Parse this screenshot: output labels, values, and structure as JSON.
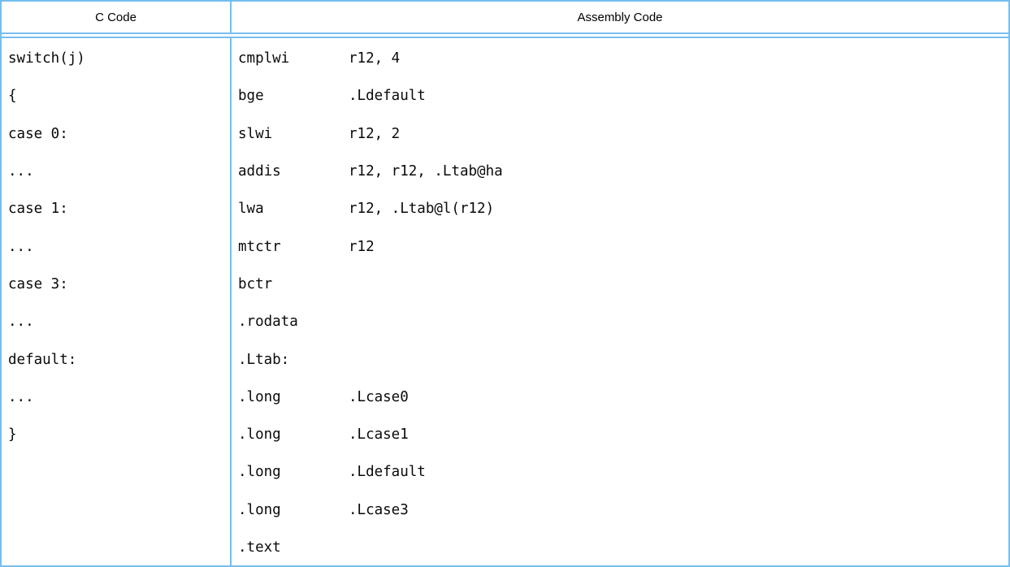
{
  "table": {
    "border_color": "#76bdf0",
    "headers": [
      {
        "label": "C Code"
      },
      {
        "label": "Assembly Code"
      }
    ],
    "c_code_lines": [
      "switch(j)",
      "{",
      "case 0:",
      "...",
      "case 1:",
      "...",
      "case 3:",
      "...",
      "default:",
      "...",
      "}"
    ],
    "asm_lines": [
      {
        "op": "cmplwi",
        "args": "r12, 4"
      },
      {
        "op": "bge",
        "args": ".Ldefault"
      },
      {
        "op": "slwi",
        "args": "r12, 2"
      },
      {
        "op": "addis",
        "args": "r12, r12, .Ltab@ha"
      },
      {
        "op": "lwa",
        "args": "r12, .Ltab@l(r12)"
      },
      {
        "op": "mtctr",
        "args": "r12"
      },
      {
        "op": "bctr",
        "args": ""
      },
      {
        "op": ".rodata",
        "args": ""
      },
      {
        "op": ".Ltab:",
        "args": ""
      },
      {
        "op": ".long",
        "args": ".Lcase0"
      },
      {
        "op": ".long",
        "args": ".Lcase1"
      },
      {
        "op": ".long",
        "args": ".Ldefault"
      },
      {
        "op": ".long",
        "args": ".Lcase3"
      },
      {
        "op": ".text",
        "args": ""
      }
    ]
  }
}
